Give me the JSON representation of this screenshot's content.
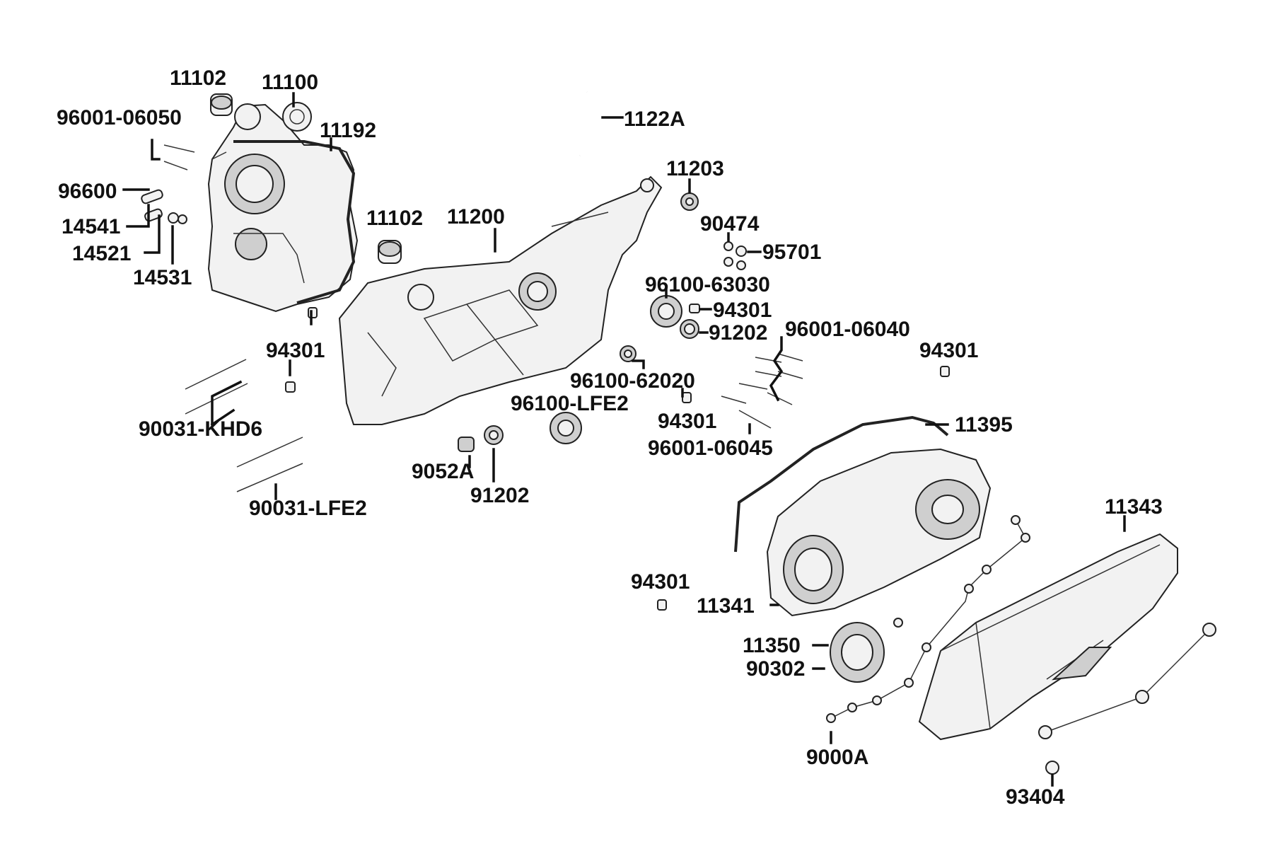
{
  "labels": {
    "l_11102_a": "11102",
    "l_11100": "11100",
    "l_96001_06050": "96001-06050",
    "l_11192": "11192",
    "l_1122A": "1122A",
    "l_11203": "11203",
    "l_96600": "96600",
    "l_14541": "14541",
    "l_14521": "14521",
    "l_14531": "14531",
    "l_11102_b": "11102",
    "l_11200": "11200",
    "l_90474": "90474",
    "l_95701": "95701",
    "l_96100_63030": "96100-63030",
    "l_94301_a": "94301",
    "l_91202_a": "91202",
    "l_96001_06040": "96001-06040",
    "l_94301_b": "94301",
    "l_94301_c": "94301",
    "l_96100_62020": "96100-62020",
    "l_96100_LFE2": "96100-LFE2",
    "l_94301_d": "94301",
    "l_11395": "11395",
    "l_90031_KHD6": "90031-KHD6",
    "l_96001_06045": "96001-06045",
    "l_9052A": "9052A",
    "l_91202_b": "91202",
    "l_90031_LFE2": "90031-LFE2",
    "l_11343": "11343",
    "l_94301_e": "94301",
    "l_11341": "11341",
    "l_11350": "11350",
    "l_90302": "90302",
    "l_9000A": "9000A",
    "l_93404": "93404"
  }
}
